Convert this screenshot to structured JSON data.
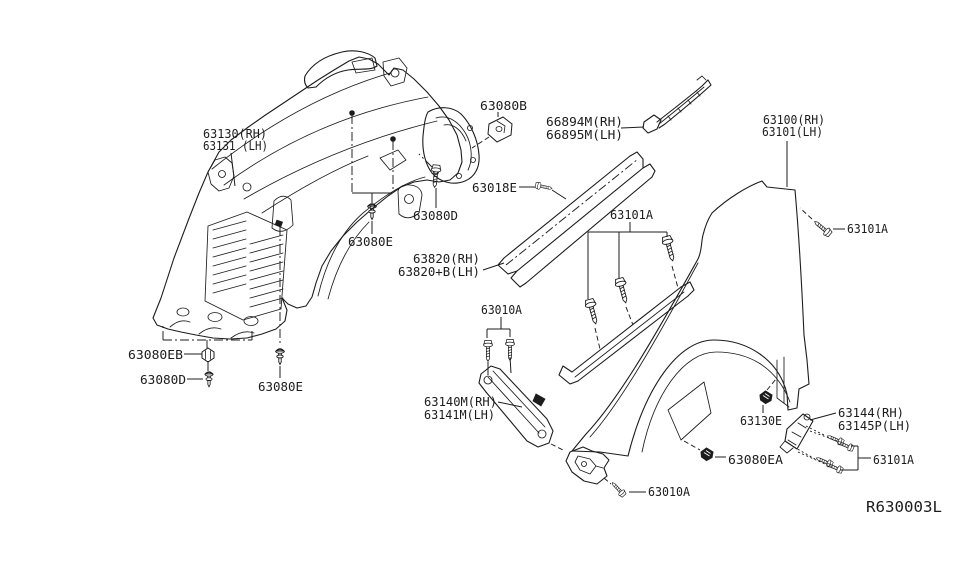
{
  "page": {
    "background": "#ffffff",
    "ink_color": "#1c1c1c"
  },
  "diagram": {
    "ref_code": "R630003L",
    "labels": {
      "housing_rh": "63130(RH)",
      "housing_lh": "63131 (LH)",
      "clip_b": "63080B",
      "cowl_rh": "66894M(RH)",
      "cowl_lh": "66895M(LH)",
      "fender_rh": "63100(RH)",
      "fender_lh": "63101(LH)",
      "screw_18e": "63018E",
      "screw_d_top": "63080D",
      "grommet_e_top": "63080E",
      "sill_rh": "63820(RH)",
      "sill_lh": "63820+B(LH)",
      "bolt_a_mid": "63101A",
      "bolt_a_right": "63101A",
      "bolt_10a_top": "63010A",
      "clip_eb": "63080EB",
      "pin_d_bottom": "63080D",
      "grommet_e_bottom": "63080E",
      "stay_rh": "63140M(RH)",
      "stay_lh": "63141M(LH)",
      "nut_13e": "63130E",
      "bracket_rh": "63144(RH)",
      "bracket_lh": "63145P(LH)",
      "nut_ea": "63080EA",
      "bolt_a_corner": "63101A",
      "bolt_10a_bottom": "63010A"
    }
  }
}
